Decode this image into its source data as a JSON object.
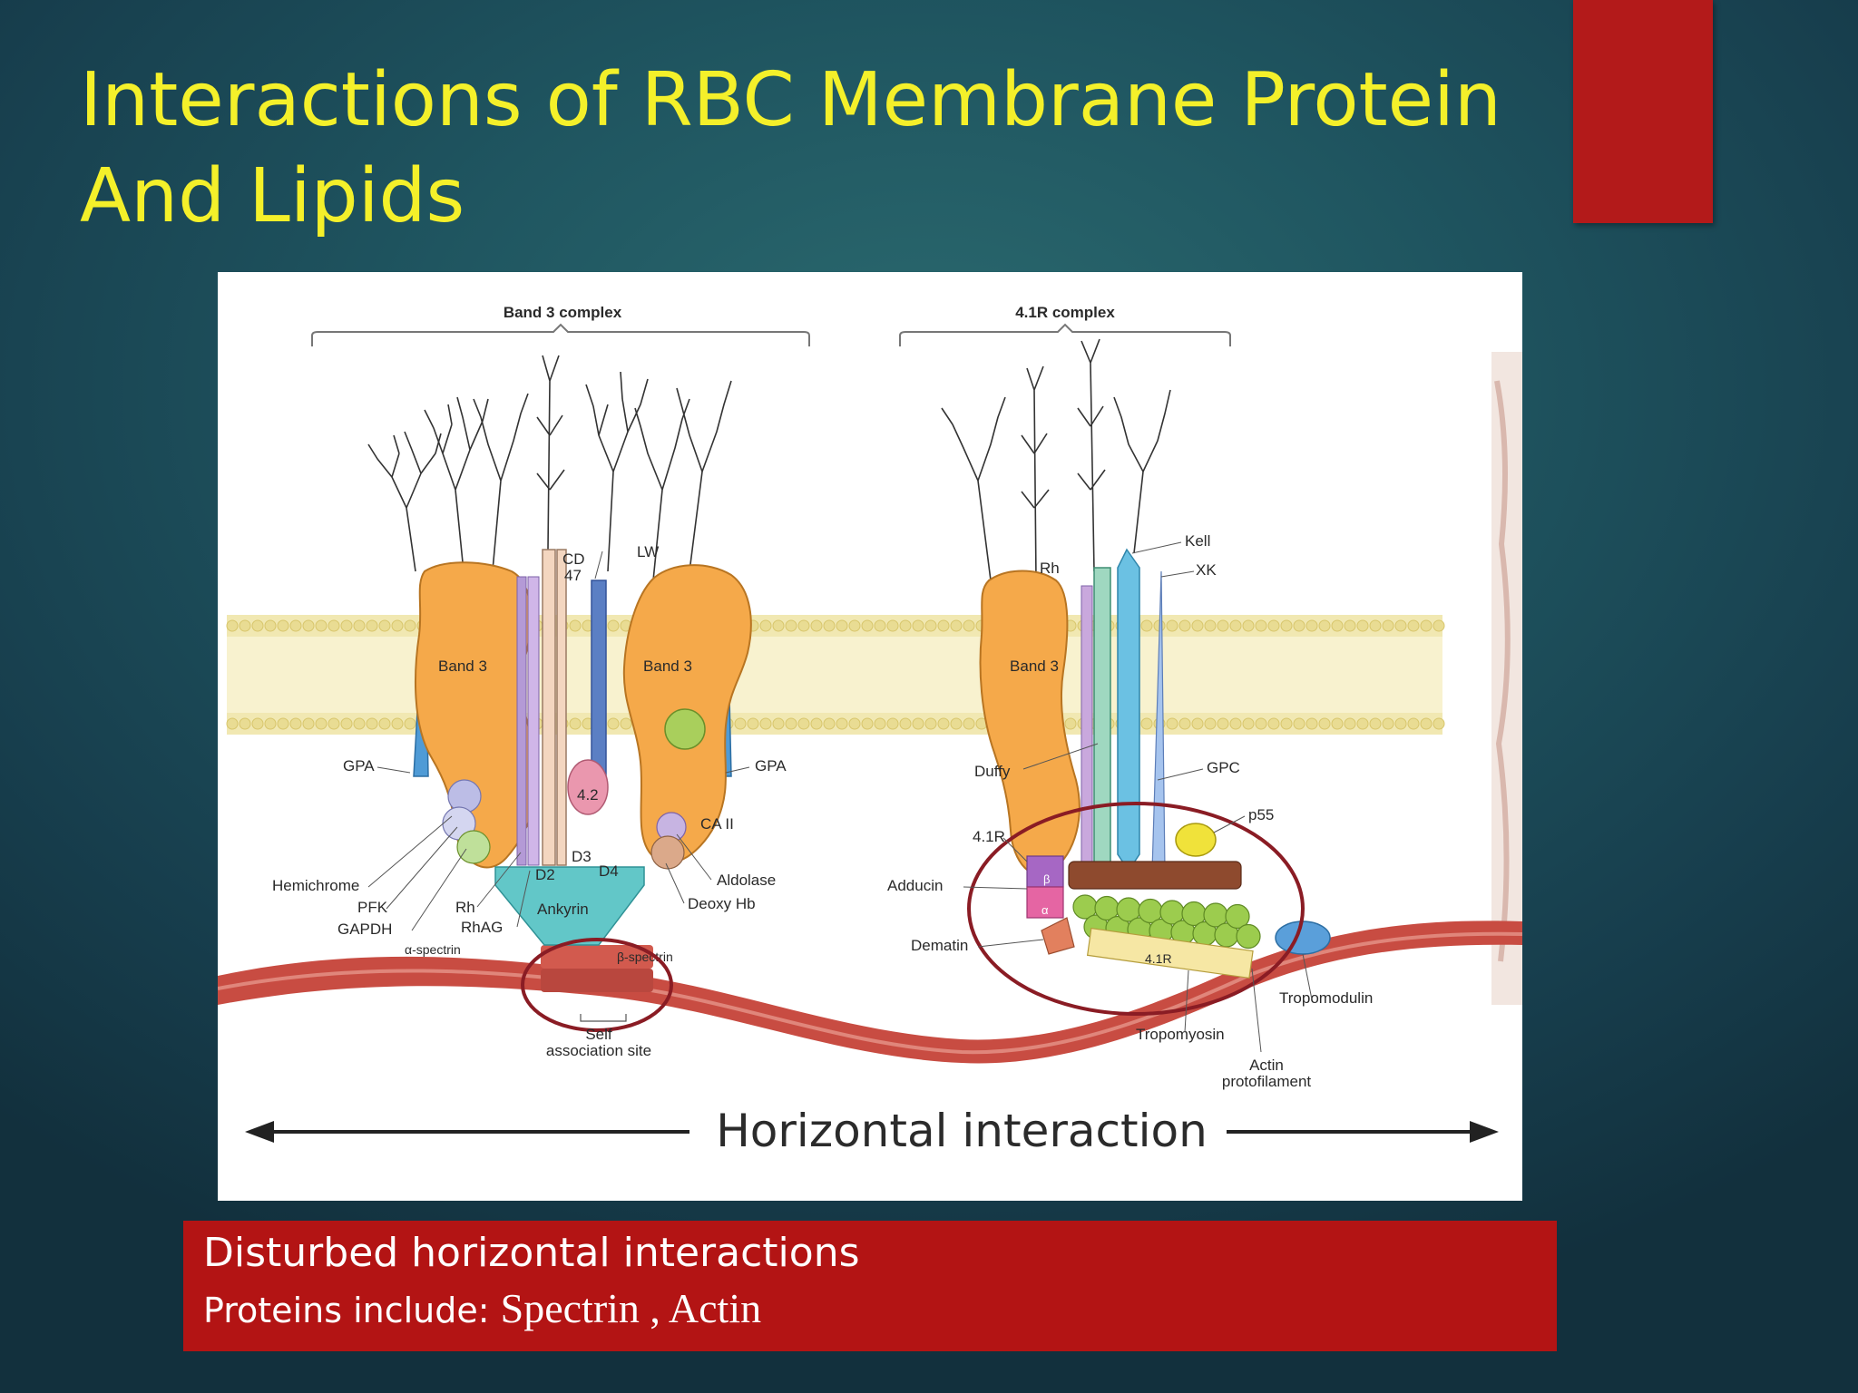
{
  "slide": {
    "title": "Interactions of RBC Membrane Protein And Lipids",
    "accent_color": "#b31a1a",
    "title_color": "#f4f02a"
  },
  "diagram": {
    "left_group_label": "Band 3 complex",
    "right_group_label": "4.1R complex",
    "labels": {
      "band3_a": "Band 3",
      "band3_b": "Band 3",
      "band3_c": "Band 3",
      "cd47": "CD\n47",
      "lw": "LW",
      "gpa_left": "GPA",
      "gpa_right": "GPA",
      "protein42": "4.2",
      "ca2": "CA II",
      "d2": "D2",
      "d3": "D3",
      "d4": "D4",
      "ankyrin": "Ankyrin",
      "aldolase": "Aldolase",
      "deoxy_hb": "Deoxy Hb",
      "hemichrome": "Hemichrome",
      "pfk": "PFK",
      "gapdh": "GAPDH",
      "rh_left": "Rh",
      "rhag": "RhAG",
      "alpha_spectrin": "α-spectrin",
      "beta_spectrin": "β-spectrin",
      "self_association": "Self\nassociation site",
      "rh_right": "Rh",
      "kell": "Kell",
      "xk": "XK",
      "duffy": "Duffy",
      "gpc": "GPC",
      "p55": "p55",
      "r41_top": "4.1R",
      "adducin": "Adducin",
      "dematin": "Dematin",
      "r41_bottom": "4.1R",
      "tropomodulin": "Tropomodulin",
      "tropomyosin": "Tropomyosin",
      "actin_protofilament": "Actin\nprotofilament",
      "beta_short": "β",
      "alpha_short": "α"
    },
    "arrow_caption": "Horizontal interaction"
  },
  "note": {
    "line1": "Disturbed horizontal interactions",
    "line2_prefix": "Proteins include: ",
    "line2_items": "Spectrin , Actin",
    "background": "#b31414"
  }
}
